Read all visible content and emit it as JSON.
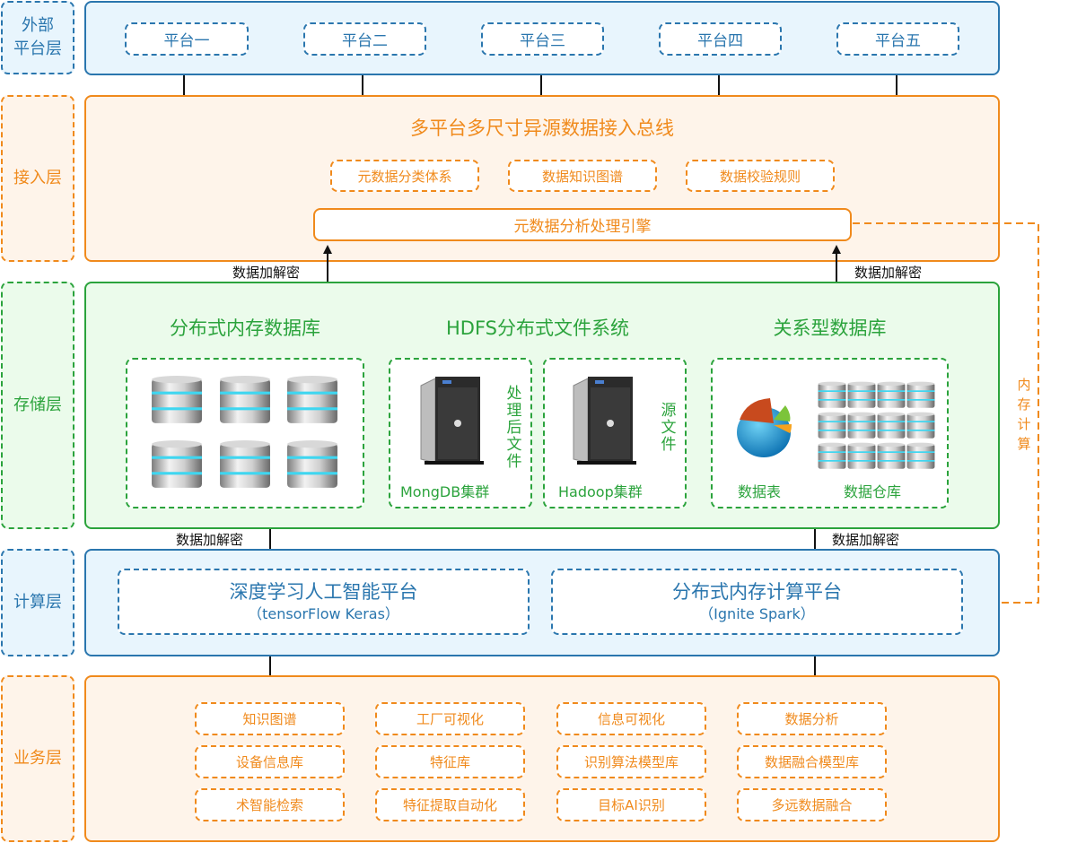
{
  "layers": {
    "external": {
      "label": "外部\n平台层",
      "label_line1": "外部",
      "label_line2": "平台层",
      "platforms": [
        "平台一",
        "平台二",
        "平台三",
        "平台四",
        "平台五"
      ]
    },
    "access": {
      "label": "接入层",
      "bus_title": "多平台多尺寸异源数据接入总线",
      "modules": [
        "元数据分类体系",
        "数据知识图谱",
        "数据校验规则"
      ],
      "engine": "元数据分析处理引擎"
    },
    "storage": {
      "label": "存储层",
      "groups": {
        "memory_db": {
          "title": "分布式内存数据库"
        },
        "hdfs": {
          "title": "HDFS分布式文件系统",
          "mongodb": {
            "label": "MongDB集群",
            "side": "处理后文件"
          },
          "hadoop": {
            "label": "Hadoop集群",
            "side": "源文件"
          }
        },
        "relational": {
          "title": "关系型数据库",
          "table_label": "数据表",
          "warehouse_label": "数据仓库"
        }
      }
    },
    "compute": {
      "label": "计算层",
      "platforms": [
        {
          "title": "深度学习人工智能平台",
          "subtitle": "（tensorFlow Keras）"
        },
        {
          "title": "分布式内存计算平台",
          "subtitle": "（Ignite Spark）"
        }
      ]
    },
    "business": {
      "label": "业务层",
      "items": [
        [
          "知识图谱",
          "工厂可视化",
          "信息可视化",
          "数据分析"
        ],
        [
          "设备信息库",
          "特征库",
          "识别算法模型库",
          "数据融合模型库"
        ],
        [
          "术智能检索",
          "特征提取自动化",
          "目标AI识别",
          "多远数据融合"
        ]
      ]
    }
  },
  "connectors": {
    "encrypt_label": "数据加解密",
    "memory_compute_label": "内存计算"
  },
  "colors": {
    "blue": "#2a76ae",
    "orange": "#f08a1c",
    "green": "#2ba33c",
    "blue_fill": "#e8f5fd",
    "orange_fill": "#fef4ea",
    "green_fill": "#ebfbeb"
  }
}
